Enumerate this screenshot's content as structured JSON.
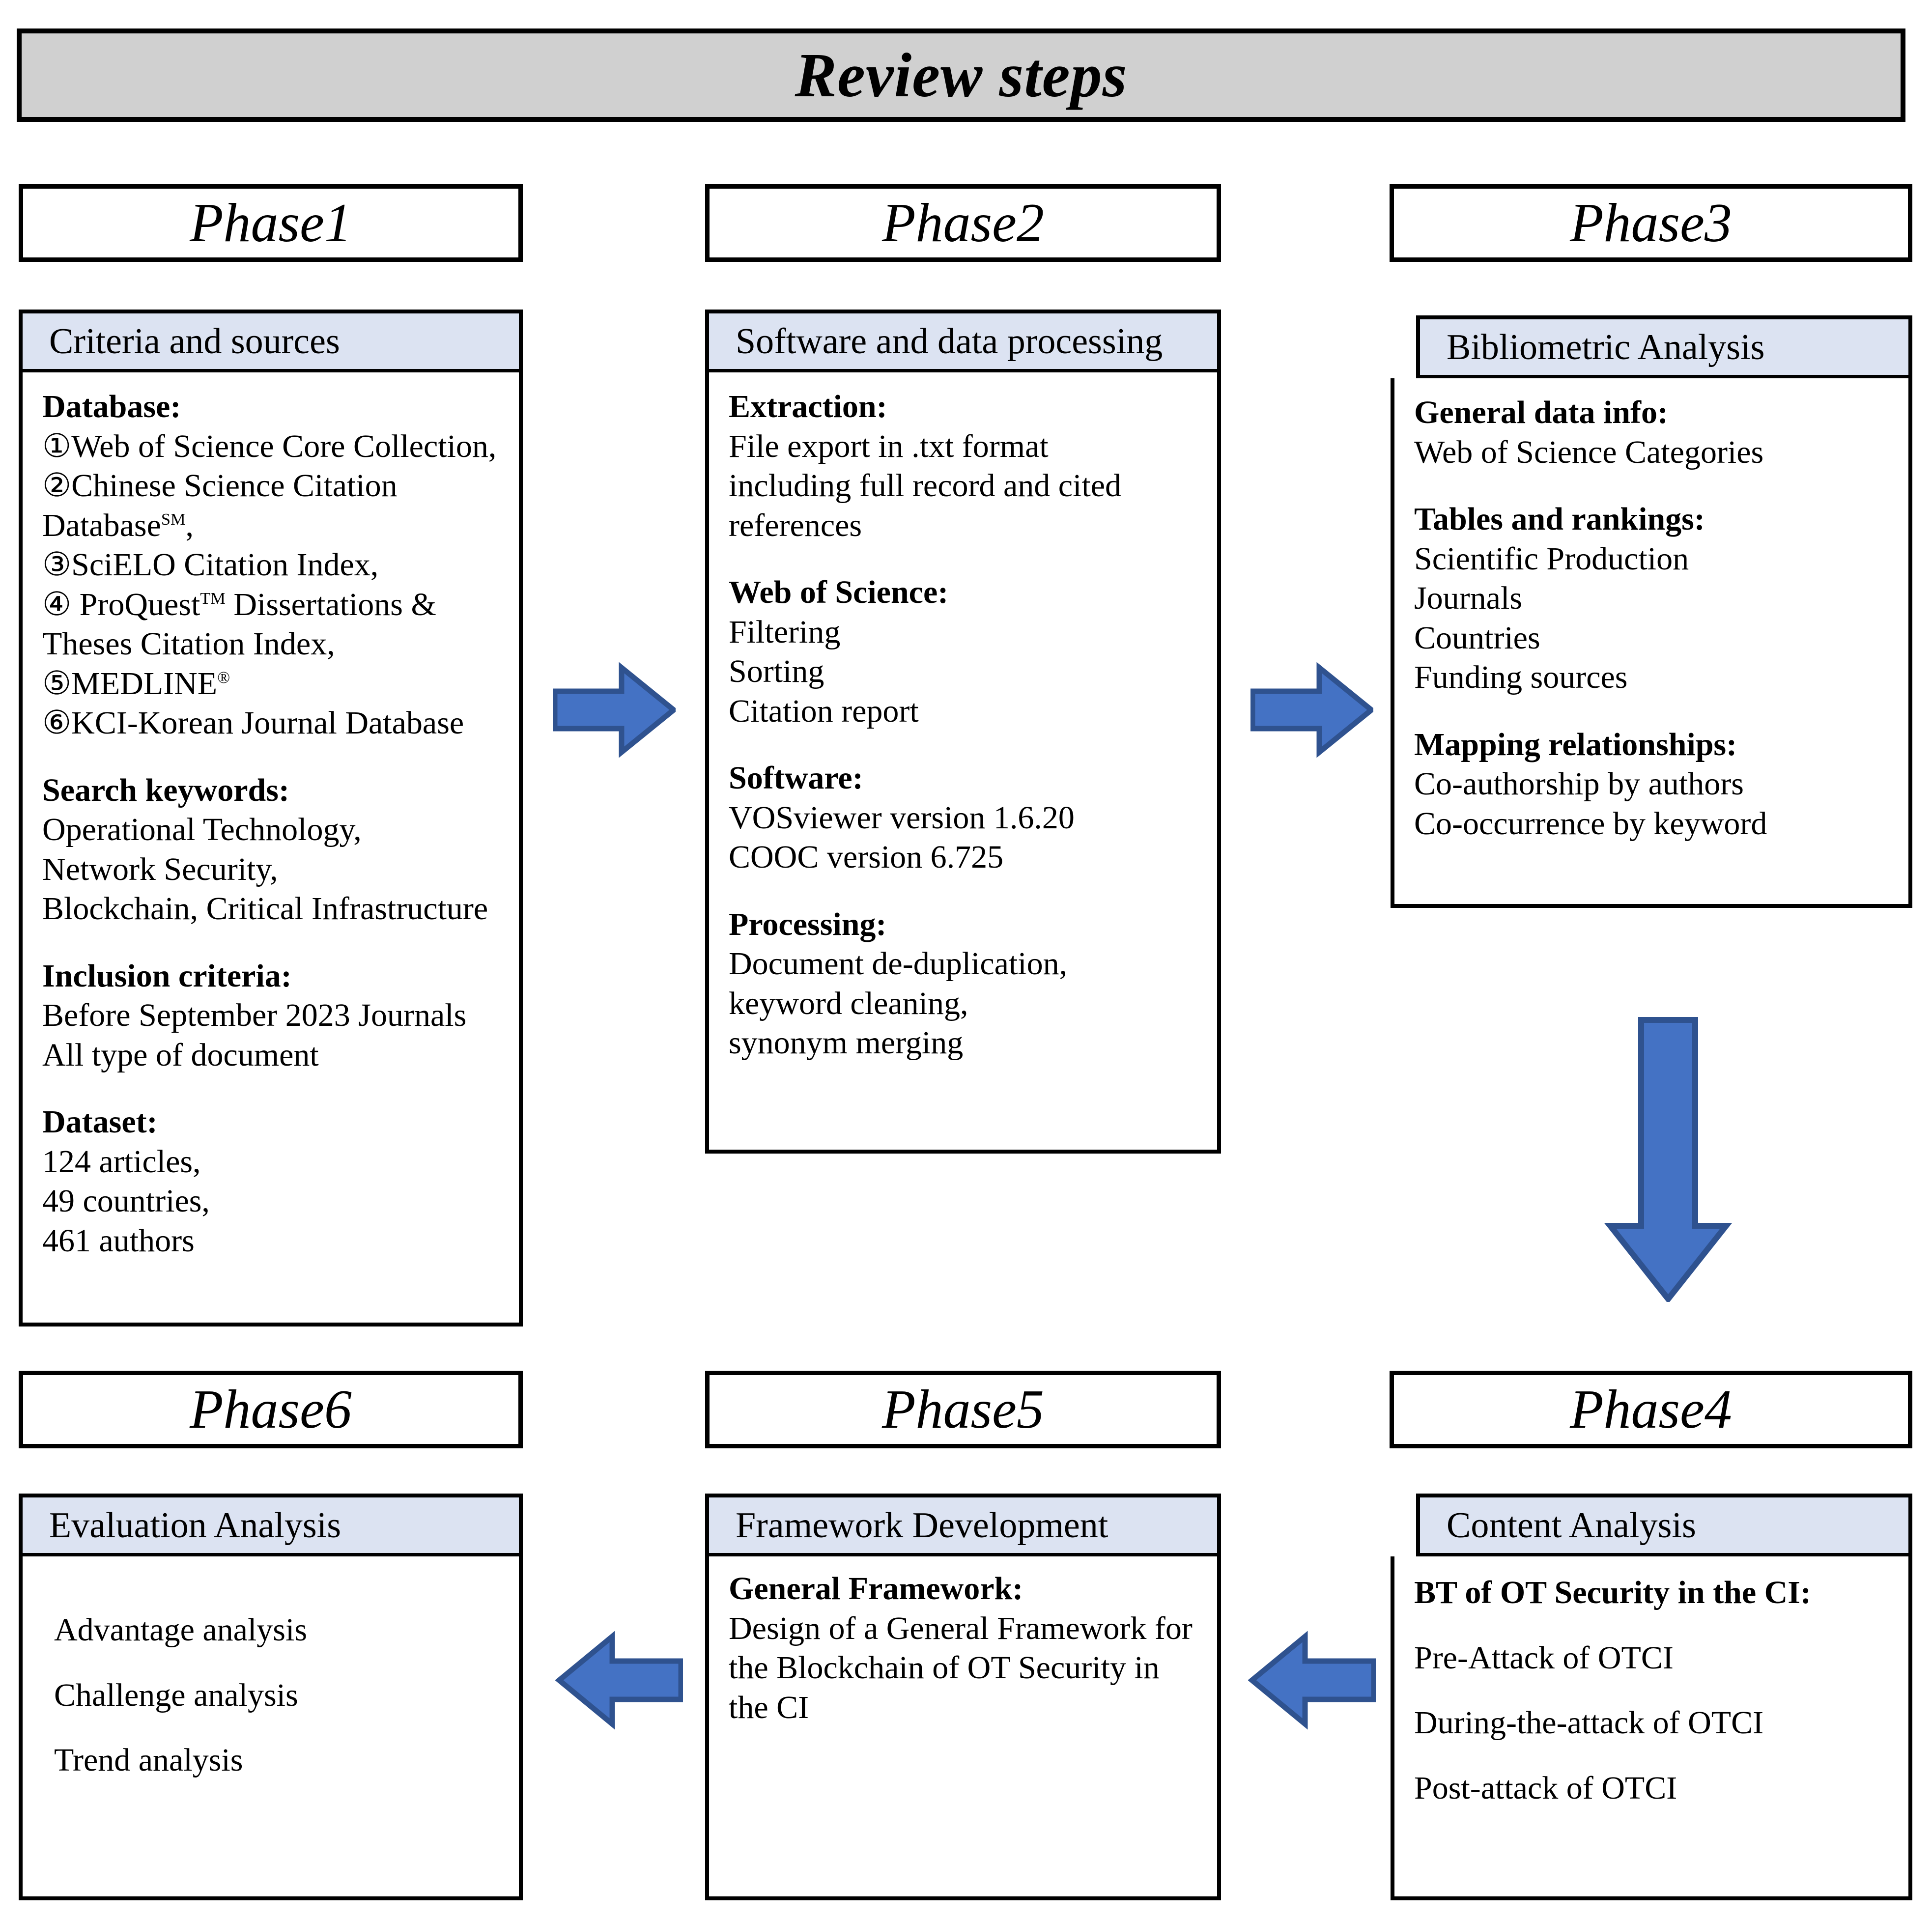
{
  "title": {
    "text": "Review steps"
  },
  "colors": {
    "banner_fill": "#d0d0d0",
    "panel_header_fill": "#dce3f2",
    "arrow_fill": "#4472c4",
    "arrow_stroke": "#2f528f",
    "border": "#000000"
  },
  "phases": {
    "phase1": {
      "label": "Phase1",
      "panel_title": "Criteria  and sources",
      "groups": [
        {
          "heading": "Database:",
          "lines": [
            "①Web of Science Core Collection,",
            "②Chinese Science Citation",
            "Databaseˢᴹ,",
            "③SciELO Citation Index,",
            "④ ProQuest™ Dissertations &",
            "Theses Citation Index,",
            "⑤MEDLINE®",
            "⑥KCI-Korean Journal Database"
          ]
        },
        {
          "heading": "Search keywords:",
          "lines": [
            "Operational Technology,",
            "Network Security,",
            "Blockchain, Critical Infrastructure"
          ]
        },
        {
          "heading": "Inclusion criteria:",
          "lines": [
            "Before September 2023 Journals",
            "All  type of document"
          ]
        },
        {
          "heading": "Dataset:",
          "lines": [
            "124 articles,",
            "49 countries,",
            "461 authors"
          ]
        }
      ]
    },
    "phase2": {
      "label": "Phase2",
      "panel_title": "Software and data processing",
      "groups": [
        {
          "heading": "Extraction:",
          "lines": [
            "File export in .txt format",
            "including full record and cited",
            "references"
          ]
        },
        {
          "heading": "Web of Science:",
          "lines": [
            "Filtering",
            "Sorting",
            "Citation report"
          ]
        },
        {
          "heading": "Software:",
          "lines": [
            "VOSviewer version 1.6.20",
            "COOC version 6.725"
          ]
        },
        {
          "heading": "Processing:",
          "lines": [
            "Document de-duplication,",
            "keyword cleaning,",
            "synonym merging"
          ]
        }
      ]
    },
    "phase3": {
      "label": "Phase3",
      "panel_title": "Bibliometric Analysis",
      "groups": [
        {
          "heading": "General data info:",
          "lines": [
            "Web of Science Categories"
          ]
        },
        {
          "heading": "Tables and  rankings:",
          "lines": [
            "Scientific Production",
            "Journals",
            "Countries",
            "Funding  sources"
          ]
        },
        {
          "heading": "Mapping relationships:",
          "lines": [
            "Co-authorship by authors",
            "Co-occurrence by keyword"
          ]
        }
      ]
    },
    "phase4": {
      "label": "Phase4",
      "panel_title": "Content Analysis",
      "groups": [
        {
          "heading": "BT of OT Security in the CI:",
          "lines": [
            "Pre-Attack of OTCI",
            "During-the-attack of OTCI",
            "Post-attack of OTCI"
          ]
        }
      ]
    },
    "phase5": {
      "label": "Phase5",
      "panel_title": "Framework Development",
      "groups": [
        {
          "heading": "General Framework:",
          "lines": [
            "Design of a General Framework for",
            "the Blockchain of OT  Security in",
            "the CI"
          ]
        }
      ]
    },
    "phase6": {
      "label": "Phase6",
      "panel_title": "Evaluation Analysis",
      "groups": [
        {
          "heading": "",
          "lines": [
            "Advantage  analysis",
            "Challenge analysis",
            "Trend analysis"
          ]
        }
      ]
    }
  },
  "arrows": [
    {
      "name": "arrow-phase1-to-phase2",
      "direction": "right"
    },
    {
      "name": "arrow-phase2-to-phase3",
      "direction": "right"
    },
    {
      "name": "arrow-phase3-to-phase4",
      "direction": "down"
    },
    {
      "name": "arrow-phase4-to-phase5",
      "direction": "left"
    },
    {
      "name": "arrow-phase5-to-phase6",
      "direction": "left"
    }
  ]
}
